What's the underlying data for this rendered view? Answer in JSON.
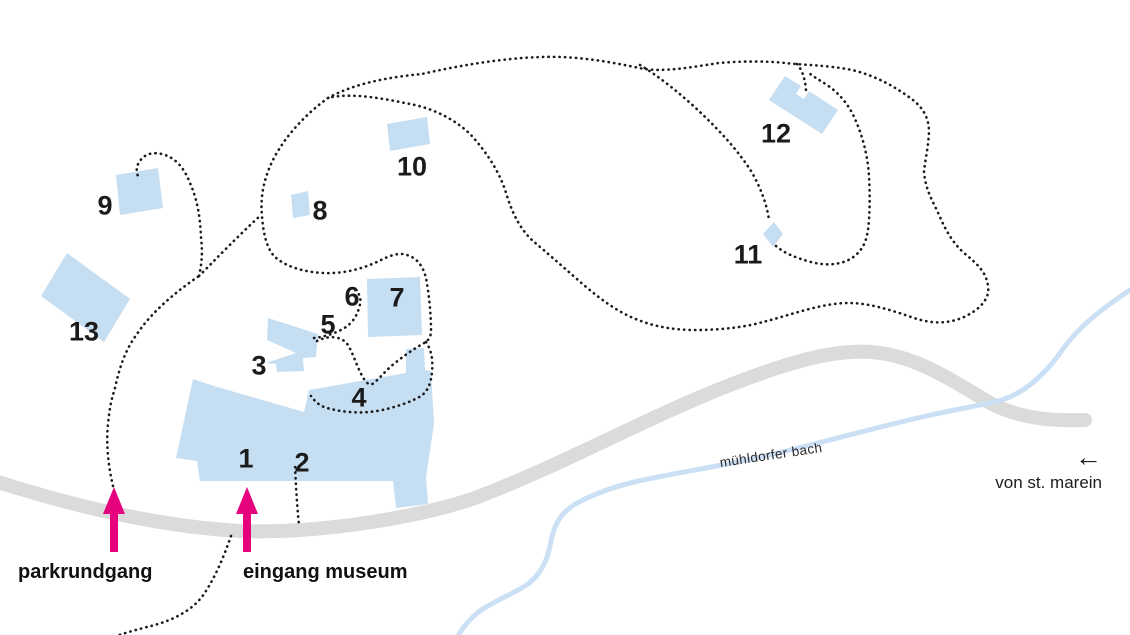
{
  "map": {
    "buildings": [
      {
        "id": 1,
        "label": "1"
      },
      {
        "id": 2,
        "label": "2"
      },
      {
        "id": 3,
        "label": "3"
      },
      {
        "id": 4,
        "label": "4"
      },
      {
        "id": 5,
        "label": "5"
      },
      {
        "id": 6,
        "label": "6"
      },
      {
        "id": 7,
        "label": "7"
      },
      {
        "id": 8,
        "label": "8"
      },
      {
        "id": 9,
        "label": "9"
      },
      {
        "id": 10,
        "label": "10"
      },
      {
        "id": 11,
        "label": "11"
      },
      {
        "id": 12,
        "label": "12"
      },
      {
        "id": 13,
        "label": "13"
      }
    ],
    "captions": {
      "park_tour": "parkrundgang",
      "museum_entrance": "eingang museum"
    },
    "stream_name": "mühldorfer bach",
    "direction": {
      "arrow": "←",
      "text": "von st. marein"
    },
    "colors": {
      "building": "#c6def2",
      "road": "#dbdbdb",
      "stream": "#cce0f5",
      "trail": "#1b1b1b",
      "accent": "#e6017e"
    }
  }
}
